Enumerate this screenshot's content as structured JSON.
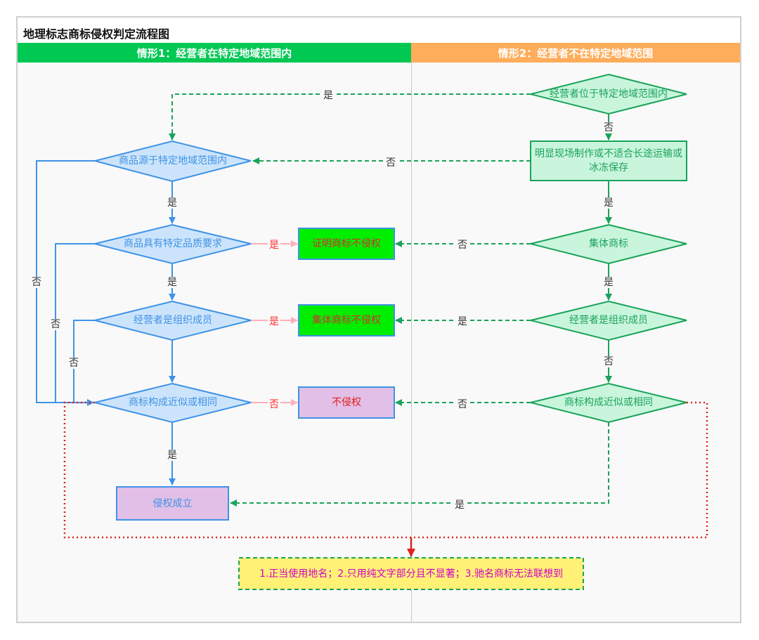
{
  "title": "地理标志商标侵权判定流程图",
  "lanes": {
    "lane1": "情形1：经营者在特定地域范围内",
    "lane2": "情形2：经营者不在特定地域范围"
  },
  "nodes": {
    "right_d1": "经营者位于特定地域范围内",
    "right_p1": "明显现场制作或不适合长途运输或冰冻保存",
    "right_d2": "集体商标",
    "right_d3": "经营者是组织成员",
    "right_d4": "商标构成近似或相同",
    "left_d1": "商品源于特定地域范围内",
    "left_d2": "商品具有特定品质要求",
    "left_d3": "经营者是组织成员",
    "left_d4": "商标构成近似或相同",
    "res_cert": "证明商标不侵权",
    "res_coll": "集体商标不侵权",
    "res_none": "不侵权",
    "res_infr": "侵权成立",
    "note": "1.正当使用地名；2.只用纯文字部分且不显著；3.驰名商标无法联想到"
  },
  "edge_labels": {
    "yes": "是",
    "no": "否"
  },
  "colors": {
    "blue": "#3f93e6",
    "blue_fill": "#cce4fb",
    "green": "#1aa35a",
    "green_fill": "#c9f5dd",
    "bright_green": "#00ee00",
    "purple_fill": "#e2bfe6",
    "red": "#e02020",
    "pink": "#ffc0c8",
    "note_fill": "#fff176",
    "note_text": "#d100c7"
  }
}
